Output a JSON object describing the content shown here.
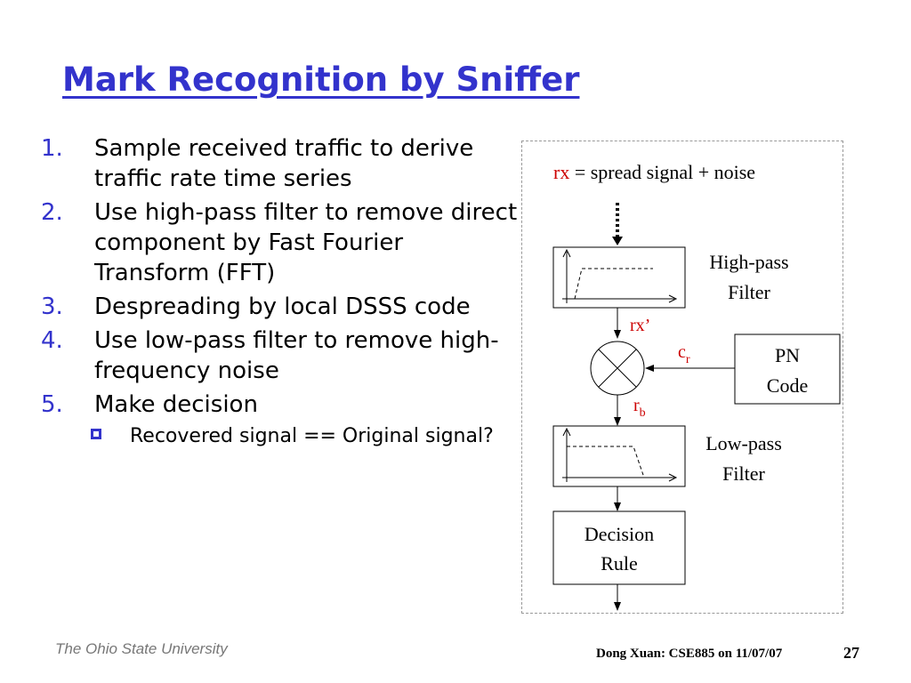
{
  "slide": {
    "title": "Mark Recognition by Sniffer",
    "items": [
      {
        "num": "1.",
        "text": "Sample received traffic to derive traffic rate time series"
      },
      {
        "num": "2.",
        "text": "Use high-pass filter to remove  direct component by Fast Fourier Transform (FFT)"
      },
      {
        "num": "3.",
        "text": "Despreading by local DSSS code"
      },
      {
        "num": "4.",
        "text": "Use low-pass filter to remove high-frequency noise"
      },
      {
        "num": "5.",
        "text": "Make decision"
      }
    ],
    "subitem": "Recovered signal == Original signal?",
    "footer_left": "The Ohio State University",
    "footer_mid": "Dong Xuan: CSE885 on 11/07/07",
    "page_number": "27"
  },
  "diagram": {
    "rx": "rx",
    "rx_rest": " = spread signal + noise",
    "highpass": [
      "High-pass",
      "Filter"
    ],
    "rx_prime": "rx’",
    "cr_base": "c",
    "cr_sub": "r",
    "pn": [
      "PN",
      "Code"
    ],
    "rb_base": "r",
    "rb_sub": "b",
    "lowpass": [
      "Low-pass",
      "Filter"
    ],
    "decision": [
      "Decision",
      "Rule"
    ]
  },
  "colors": {
    "title": "#3333cc",
    "label_red": "#cc0000"
  }
}
